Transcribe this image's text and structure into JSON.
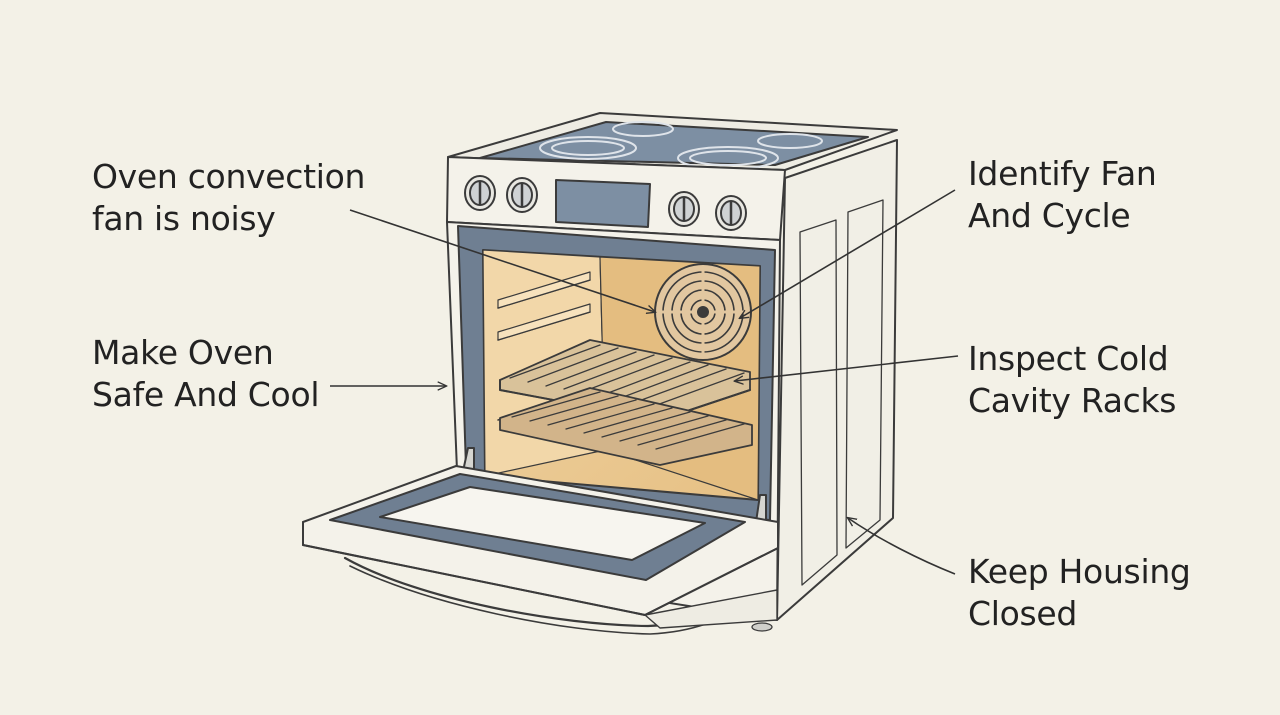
{
  "callouts": {
    "fan_noisy": {
      "line1": "Oven convection",
      "line2": "fan is noisy"
    },
    "safe_cool": {
      "line1": "Make Oven",
      "line2": "Safe And Cool"
    },
    "identify_fan": {
      "line1": "Identify Fan",
      "line2": "And Cycle"
    },
    "inspect_racks": {
      "line1": "Inspect Cold",
      "line2": "Cavity Racks"
    },
    "keep_housing": {
      "line1": "Keep Housing",
      "line2": "Closed"
    }
  },
  "colors": {
    "background": "#f3f1e7",
    "cooktop": "#7d8fa3",
    "oven_interior": "#edcc95",
    "door_seal": "#6f7f92",
    "outline": "#3b3b3b",
    "arrow": "#333333"
  }
}
